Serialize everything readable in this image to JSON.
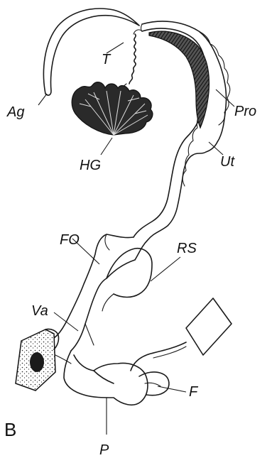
{
  "figure": {
    "panel_label": "B",
    "labels": {
      "ag": "Ag",
      "t": "T",
      "pro": "Pro",
      "hg": "HG",
      "ut": "Ut",
      "fo": "FO",
      "rs": "RS",
      "va": "Va",
      "f": "F",
      "p": "P"
    }
  }
}
